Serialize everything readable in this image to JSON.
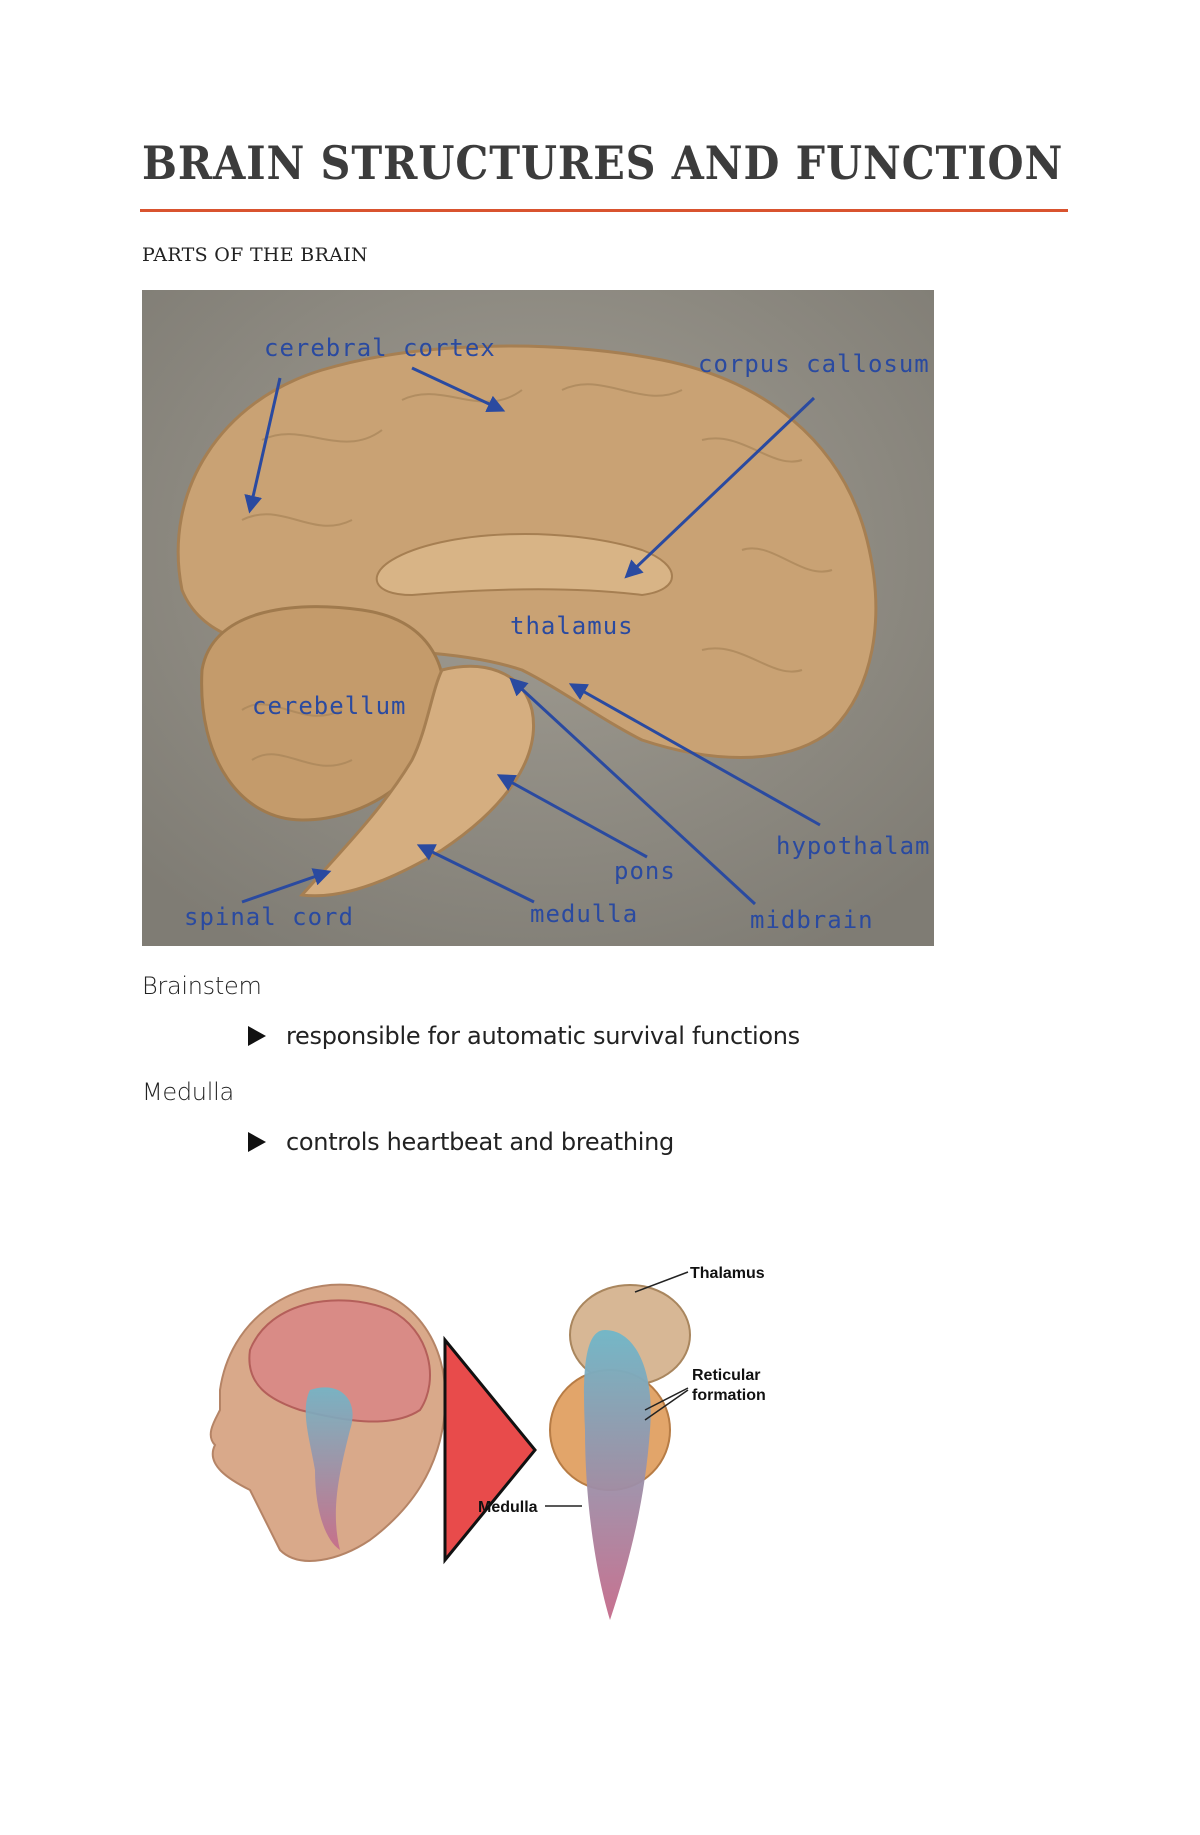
{
  "heading": {
    "title": "BRAIN STRUCTURES AND FUNCTION",
    "subtitle": "PARTS OF THE BRAIN"
  },
  "figure1": {
    "labels": {
      "cerebral_cortex": "cerebral cortex",
      "corpus_callosum": "corpus callosum",
      "thalamus": "thalamus",
      "cerebellum": "cerebellum",
      "hypothalamus": "hypothalam",
      "pons": "pons",
      "spinal_cord": "spinal cord",
      "medulla": "medulla",
      "midbrain": "midbrain"
    },
    "colors": {
      "background": "#8f8c84",
      "tissue": "#c9a274",
      "label": "#2a4aa0"
    }
  },
  "sections": [
    {
      "heading": "Brainstem",
      "bullet": "responsible for automatic survival functions"
    },
    {
      "heading": "Medulla",
      "bullet": "controls heartbeat and breathing"
    }
  ],
  "figure2": {
    "labels": {
      "thalamus": "Thalamus",
      "reticular_1": "Reticular",
      "reticular_2": "formation",
      "medulla": "Medulla"
    }
  }
}
